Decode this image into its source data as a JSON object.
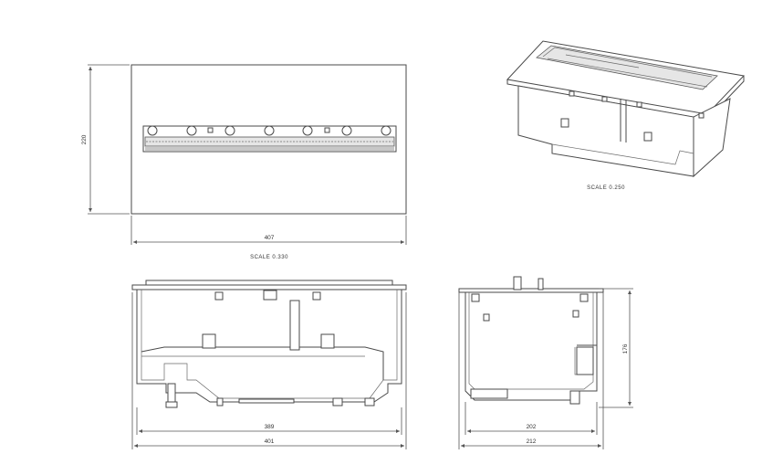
{
  "front_view": {
    "width_dim": "407",
    "height_dim": "220",
    "scale_label": "SCALE  0.330"
  },
  "iso_view": {
    "scale_label": "SCALE  0.250"
  },
  "side_view": {
    "inner_width_dim": "389",
    "outer_width_dim": "401"
  },
  "end_view": {
    "inner_width_dim": "202",
    "outer_width_dim": "212",
    "height_dim": "176"
  }
}
